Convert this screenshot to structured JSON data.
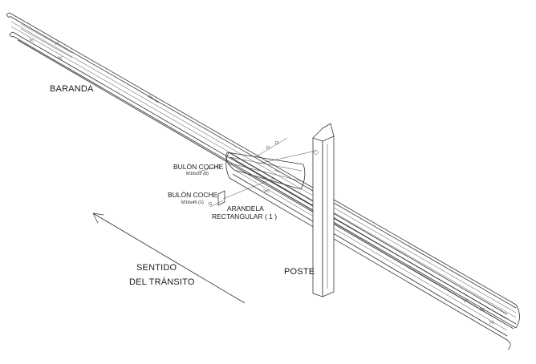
{
  "labels": {
    "baranda": "BARANDA",
    "bulon_coche_1": "BULÓN COCHE",
    "bulon_coche_1_spec": "M16x32  (8)",
    "bulon_coche_2": "BULÓN COCHE",
    "bulon_coche_2_spec": "M16x45 (1)",
    "arandela_line1": "ARANDELA",
    "arandela_line2": "RECTANGULAR  ( 1 )",
    "sentido_line1": "SENTIDO",
    "sentido_line2": "DEL TRÁNSITO",
    "poste": "POSTE"
  },
  "colors": {
    "line": "#333333",
    "text": "#1a1a1a",
    "background": "#ffffff"
  }
}
